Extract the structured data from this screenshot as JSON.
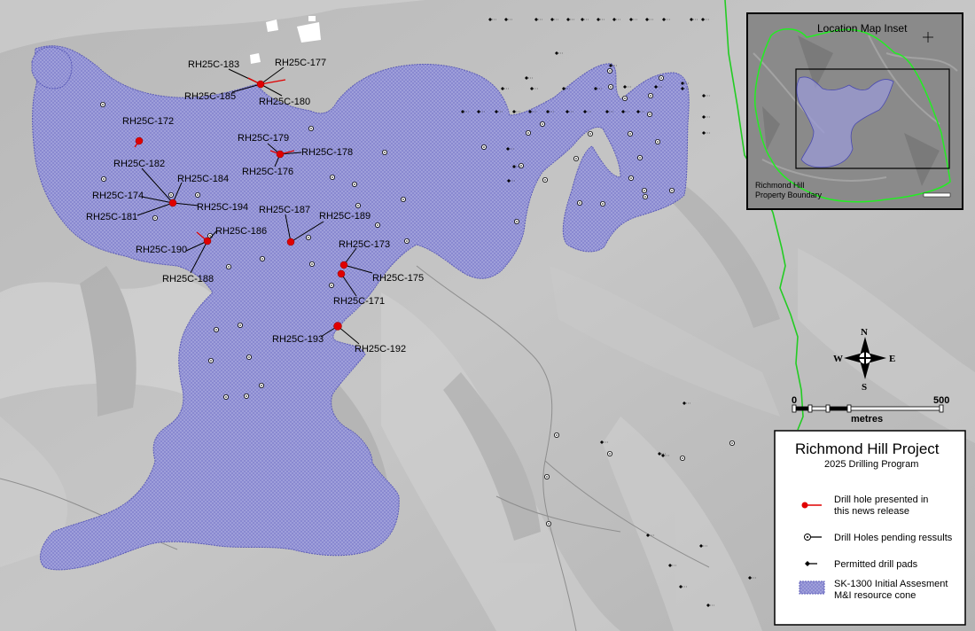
{
  "colors": {
    "terrain": "#bdbdbd",
    "cone_fill": "#9a9ad6",
    "cone_edge": "#5c5cb8",
    "drill_red": "#e00000",
    "boundary_green": "#22cc22"
  },
  "labels": {
    "RH25C-183": "RH25C-183",
    "RH25C-177": "RH25C-177",
    "RH25C-185": "RH25C-185",
    "RH25C-180": "RH25C-180",
    "RH25C-172": "RH25C-172",
    "RH25C-179": "RH25C-179",
    "RH25C-178": "RH25C-178",
    "RH25C-176": "RH25C-176",
    "RH25C-182": "RH25C-182",
    "RH25C-184": "RH25C-184",
    "RH25C-174": "RH25C-174",
    "RH25C-194": "RH25C-194",
    "RH25C-181": "RH25C-181",
    "RH25C-187": "RH25C-187",
    "RH25C-189": "RH25C-189",
    "RH25C-186": "RH25C-186",
    "RH25C-173": "RH25C-173",
    "RH25C-190": "RH25C-190",
    "RH25C-175": "RH25C-175",
    "RH25C-188": "RH25C-188",
    "RH25C-171": "RH25C-171",
    "RH25C-193": "RH25C-193",
    "RH25C-192": "RH25C-192"
  },
  "inset": {
    "title": "Location Map Inset",
    "boundary_label_1": "Richmond Hill",
    "boundary_label_2": "Property Boundary"
  },
  "compass": {
    "n": "N",
    "s": "S",
    "e": "E",
    "w": "W"
  },
  "scale": {
    "start": "0",
    "end": "500",
    "unit": "metres"
  },
  "legend": {
    "title": "Richmond Hill Project",
    "subtitle": "2025 Drilling Program",
    "item1_line1": "Drill hole presented in",
    "item1_line2": "this news release",
    "item2": "Drill Holes pending ressults",
    "item3": "Permitted  drill pads",
    "item4_line1": "SK-1300 Initial Assesment",
    "item4_line2": "M&I resource cone"
  }
}
